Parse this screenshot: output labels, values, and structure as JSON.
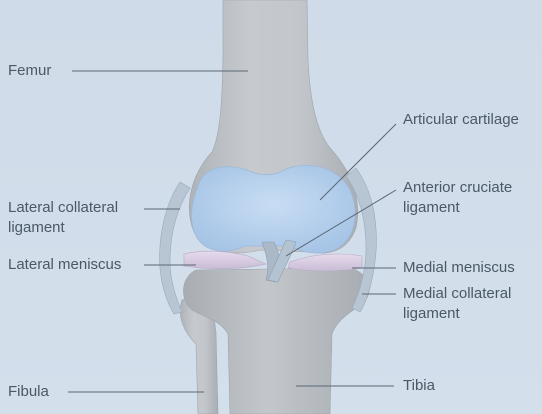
{
  "labels": {
    "femur": "Femur",
    "articular_cartilage": "Articular cartilage",
    "anterior_cruciate": {
      "line1": "Anterior cruciate",
      "line2": "ligament"
    },
    "lateral_collateral": {
      "line1": "Lateral collateral",
      "line2": "ligament"
    },
    "lateral_meniscus": "Lateral meniscus",
    "medial_meniscus": "Medial meniscus",
    "medial_collateral": {
      "line1": "Medial collateral",
      "line2": "ligament"
    },
    "fibula": "Fibula",
    "tibia": "Tibia"
  },
  "colors": {
    "background": "#d0dce8",
    "bone": "#c0c4c9",
    "cartilage": "#b6d2ef",
    "ligament": "#aebfd0",
    "meniscus": "#d8c9e0",
    "leader_line": "#5a6775",
    "label_text": "#4b5865"
  }
}
